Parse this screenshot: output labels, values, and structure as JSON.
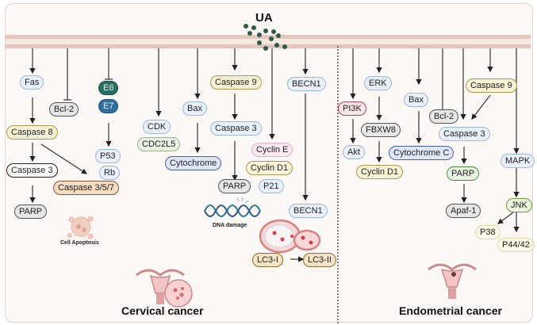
{
  "ligand": {
    "label": "UA",
    "dot_color": "#2f5a4a"
  },
  "colors": {
    "membrane": "#dfc7bb",
    "background": "#fcf8f5",
    "divider": "#333333"
  },
  "cervical": {
    "title": "Cervical cancer",
    "nodes": {
      "fas": "Fas",
      "bcl2": "Bcl-2",
      "e6": "E6",
      "e7": "E7",
      "caspase8": "Caspase 8",
      "p53": "P53",
      "rb": "Rb",
      "caspase3a": "Caspase 3",
      "caspase357": "Caspase 3/5/7",
      "parp_a": "PARP",
      "cdk": "CDK",
      "cdc2l5": "CDC2L5",
      "bax": "Bax",
      "cytochrome": "Cytochrome",
      "caspase9": "Caspase 9",
      "caspase3b": "Caspase 3",
      "parp_b": "PARP",
      "p21": "P21",
      "cycline": "Cyclin E",
      "cyclind1": "Cyclin D1",
      "becn1_top": "BECN1",
      "becn1_bottom": "BECN1",
      "lc3i": "LC3-I",
      "lc3ii": "LC3-II"
    },
    "labels": {
      "apoptosis": "Cell Apoptosis",
      "dna_damage": "DNA damage"
    }
  },
  "endometrial": {
    "title": "Endometrial cancer",
    "nodes": {
      "pi3k": "PI3K",
      "akt": "Akt",
      "erk": "ERK",
      "fbxw8": "FBXW8",
      "cyclind1": "Cyclin D1",
      "bax": "Bax",
      "bcl2": "Bcl-2",
      "cytochromec": "Cytochrome C",
      "caspase9": "Caspase 9",
      "caspase3": "Caspase 3",
      "parp": "PARP",
      "apaf1": "Apaf-1",
      "mapk": "MAPK",
      "jnk": "JNK",
      "p38": "P38",
      "p4442": "P44/42"
    }
  }
}
